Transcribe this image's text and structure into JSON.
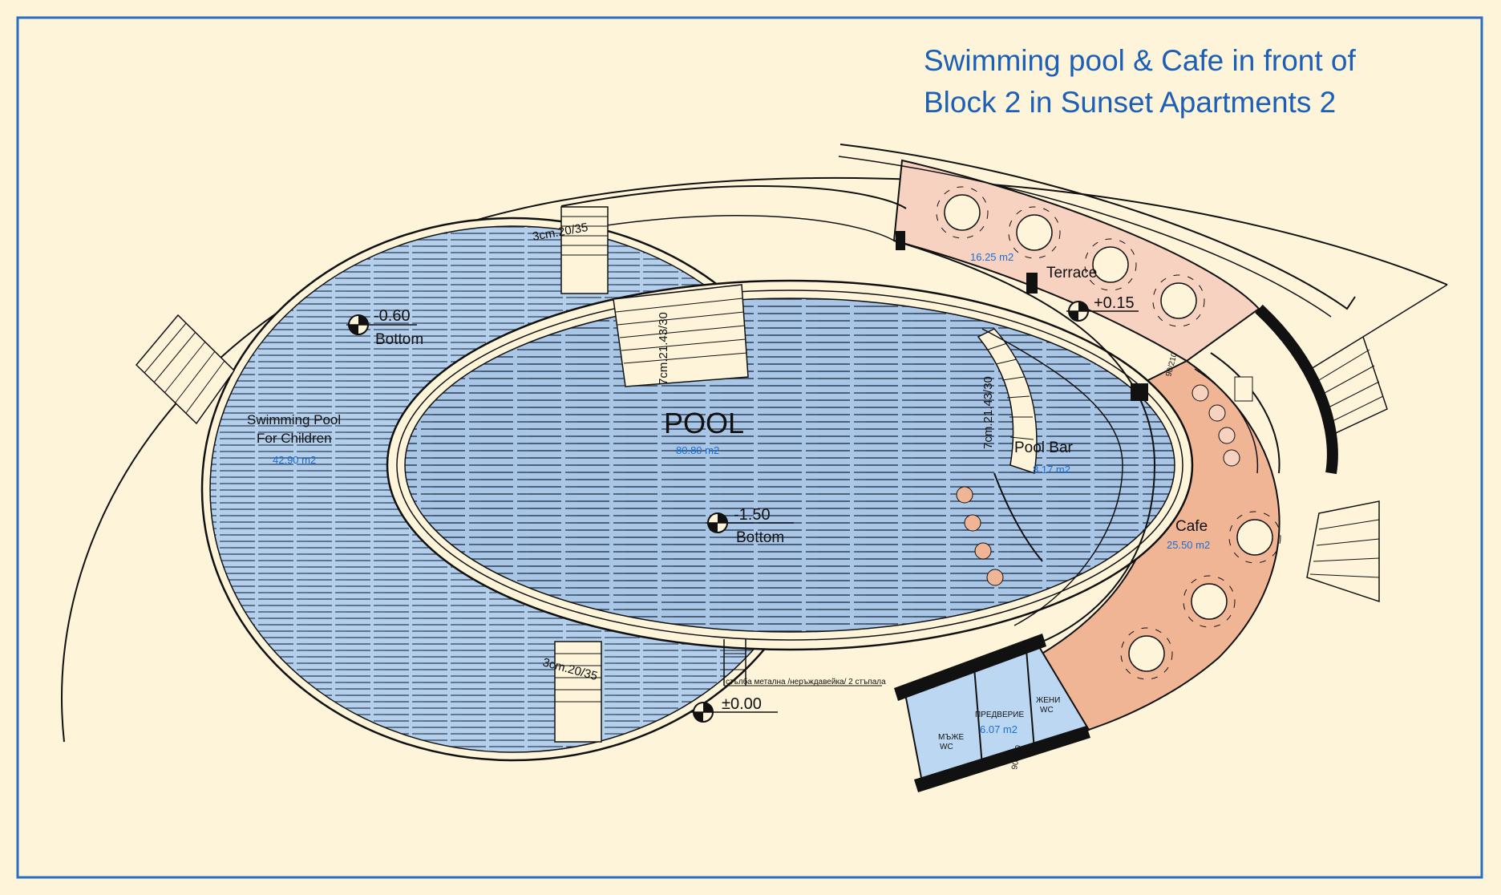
{
  "title": {
    "line1": "Swimming pool & Cafe in front of",
    "line2": "Block 2 in Sunset Apartments 2"
  },
  "pool": {
    "label": "POOL",
    "area": "80.80 m2",
    "level": "-1.50",
    "level_note": "Bottom"
  },
  "kids_pool": {
    "label_line1": "Swimming Pool",
    "label_line2": "For Children",
    "area": "42.90 m2",
    "level": "-0.60",
    "level_note": "Bottom"
  },
  "terrace": {
    "label": "Terrace",
    "area": "16.25 m2",
    "level": "+0.15"
  },
  "pool_bar": {
    "label": "Pool Bar",
    "area": "8.17 m2"
  },
  "cafe": {
    "label": "Cafe",
    "area": "25.50 m2"
  },
  "wc": {
    "lobby_label": "ПРЕДВЕРИЕ",
    "lobby_area": "6.07 m2",
    "men_label": "МЪЖЕ",
    "men_wc": "WC",
    "women_label": "ЖЕНИ",
    "women_wc": "WC"
  },
  "ground_level": "±0.00",
  "ladder_note": "стълба метална /неръждавейка/ 2 стъпала",
  "stairs": {
    "kids_top": "3cm.20/35",
    "kids_bottom": "3cm.20/35",
    "pool_top": "7cm.21.43/30",
    "pool_right": "7cm.21.43/30"
  },
  "doors": {
    "cafe_door": "90/210",
    "wc_door": "90/210"
  },
  "colors": {
    "background": "#fdf4da",
    "water": "#a9c6e6",
    "terrace": "#f8d2c0",
    "cafe": "#f0b595",
    "wc_floor": "#bcd7f2",
    "frame": "#2b6dc2",
    "title": "#1b5fb7",
    "area_text": "#1a6fd6"
  }
}
